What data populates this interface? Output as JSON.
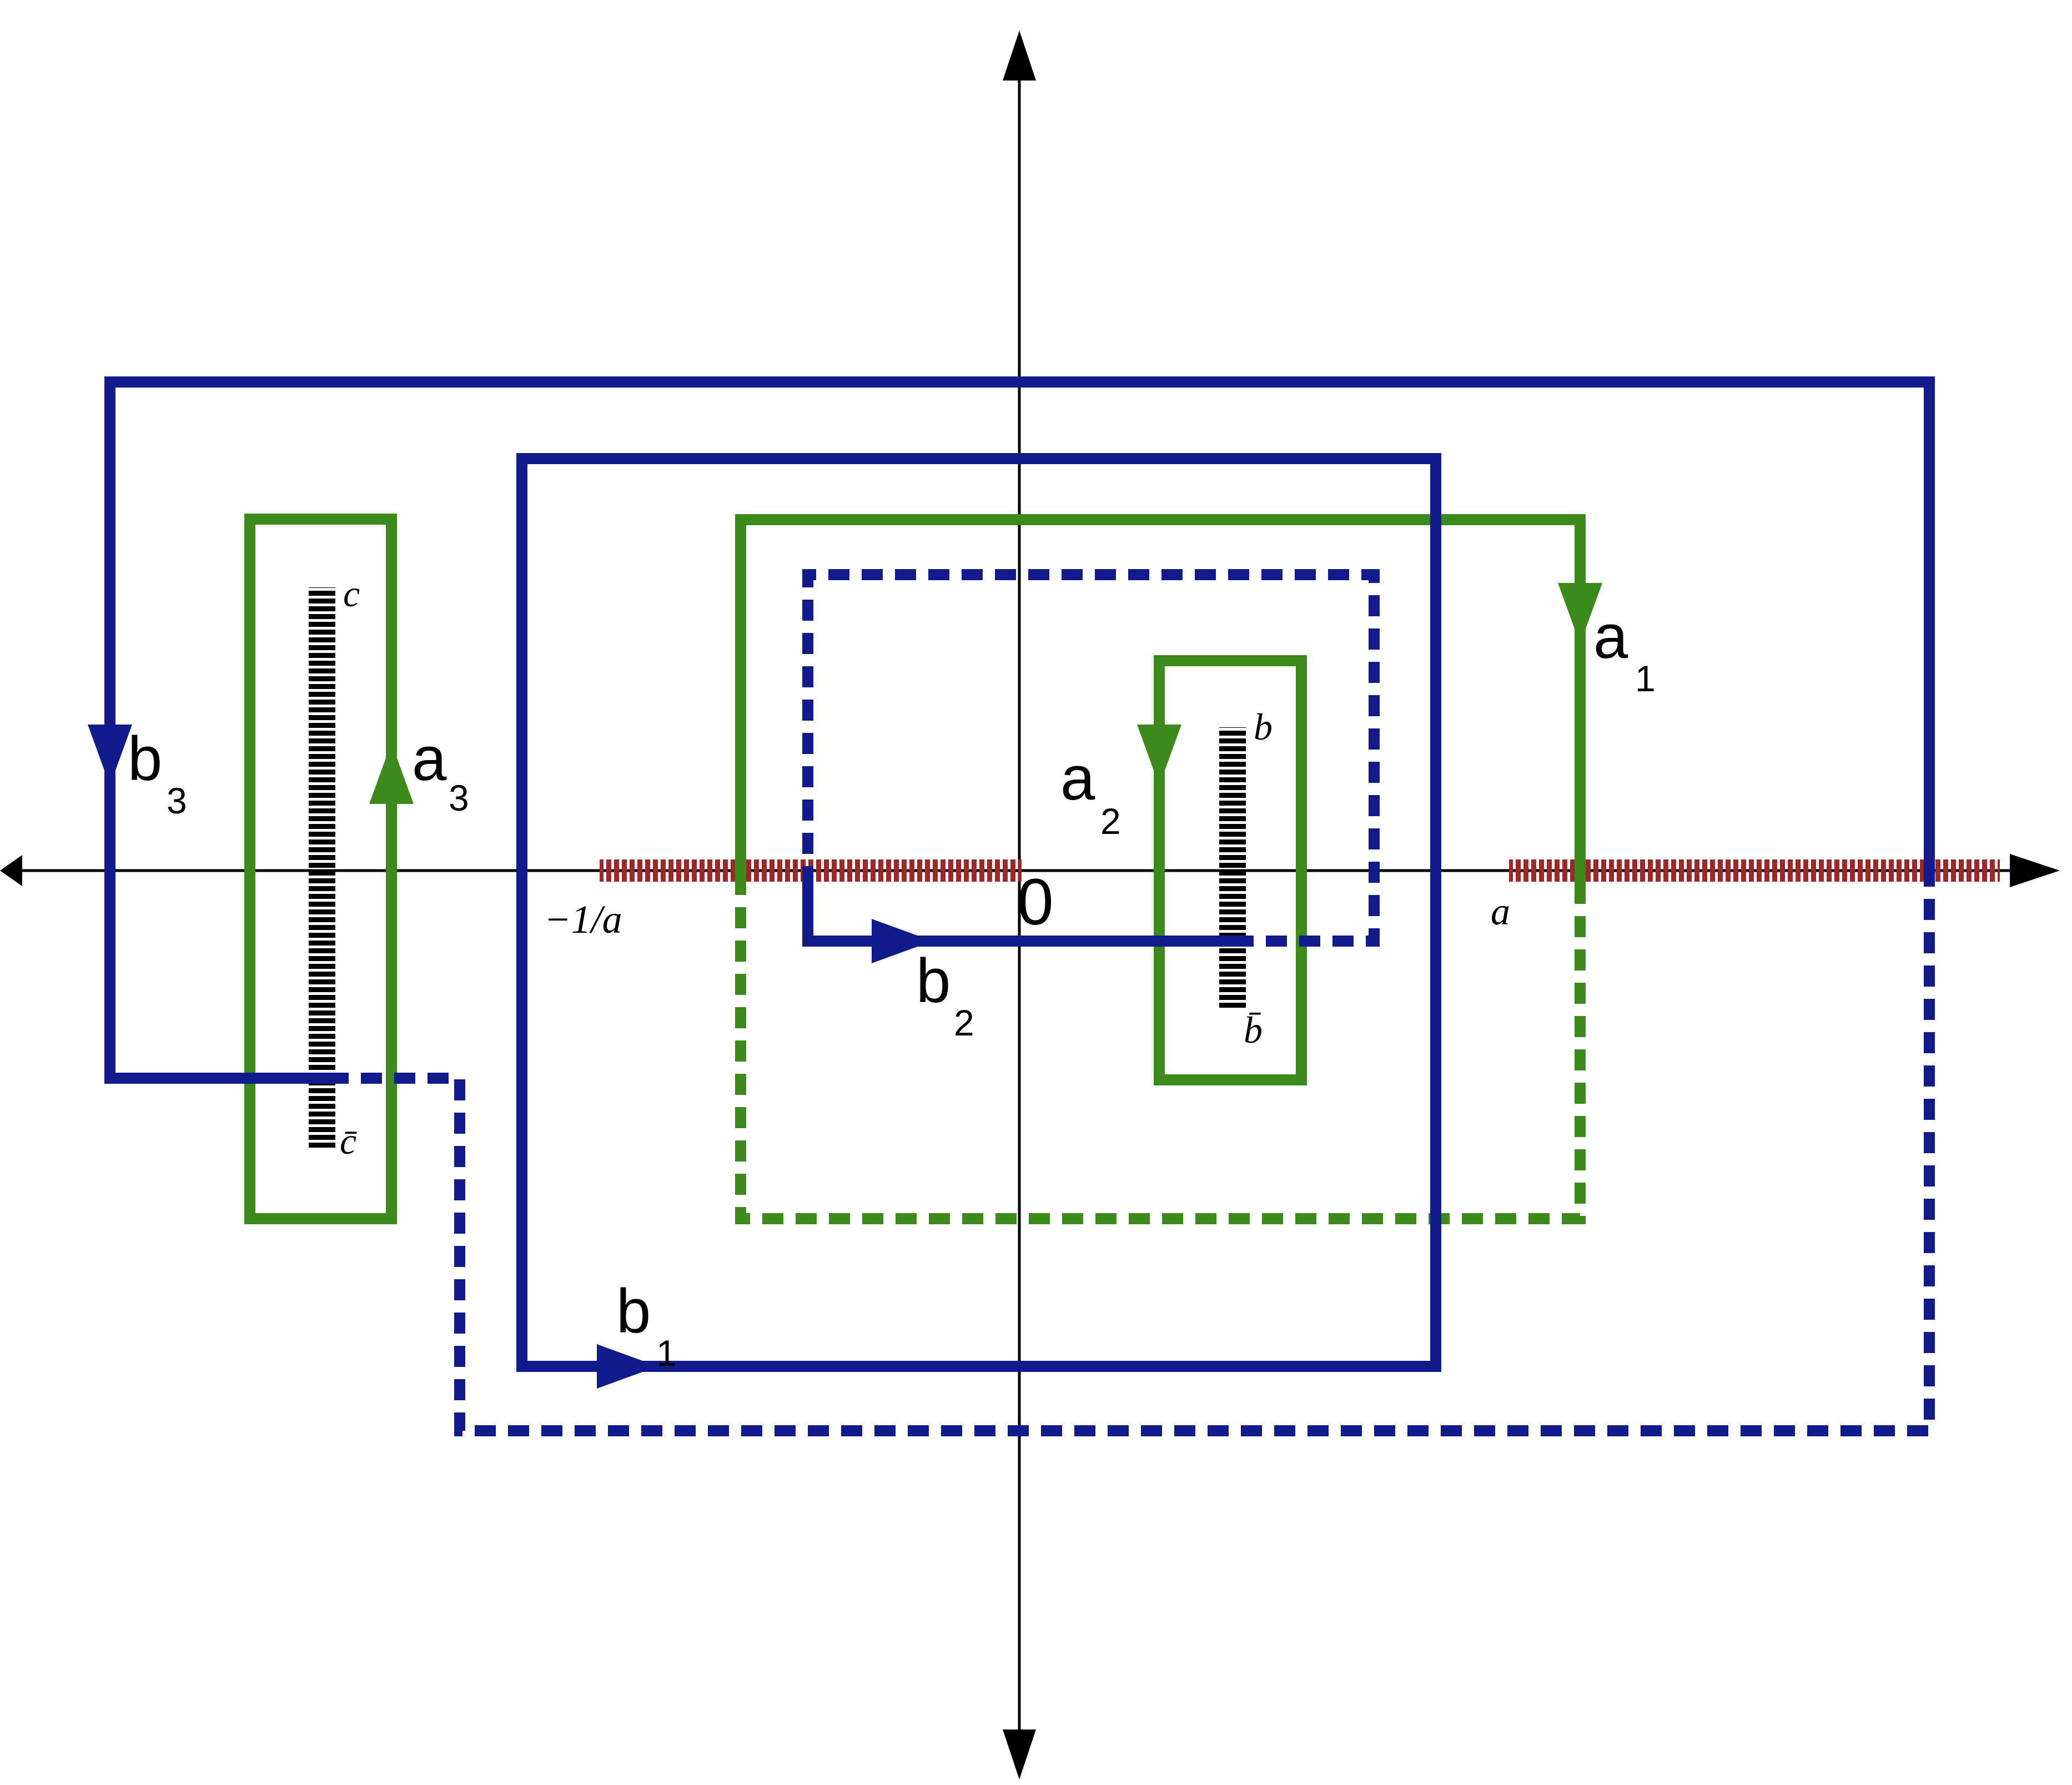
{
  "colors": {
    "b_cycle": "#111b8c",
    "a_cycle": "#3d8a1c",
    "real_cut": "#9a2a2a",
    "branch_cut": "#000000",
    "axis": "#000000",
    "background": "#ffffff"
  },
  "axes": {
    "origin_label": "0",
    "left_tick_label": "−1/a",
    "right_tick_label": "a"
  },
  "branch_points": {
    "b_top": "b",
    "b_bottom": "b̄",
    "c_top": "c",
    "c_bottom": "c̄"
  },
  "cycles": {
    "a1": {
      "base": "a",
      "sub": "1"
    },
    "a2": {
      "base": "a",
      "sub": "2"
    },
    "a3": {
      "base": "a",
      "sub": "3"
    },
    "b1": {
      "base": "b",
      "sub": "1"
    },
    "b2": {
      "base": "b",
      "sub": "2"
    },
    "b3": {
      "base": "b",
      "sub": "3"
    }
  }
}
